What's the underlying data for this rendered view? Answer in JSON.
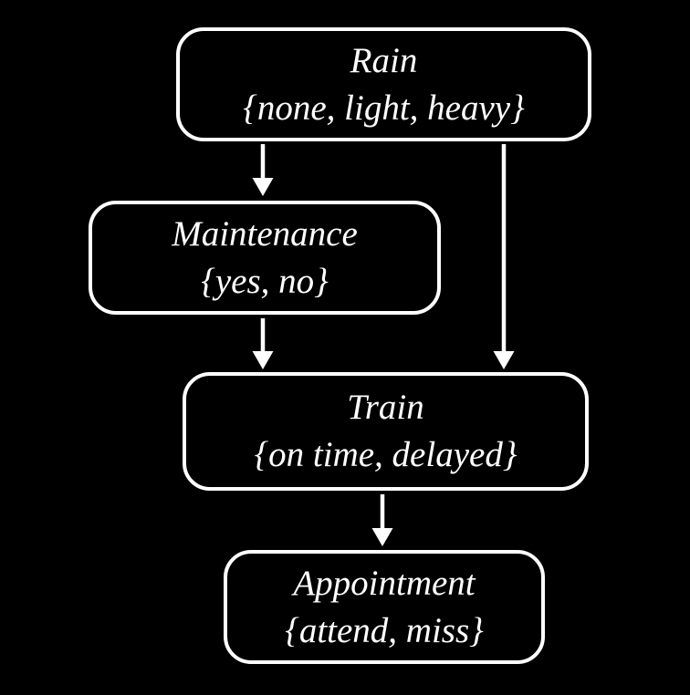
{
  "diagram": {
    "type": "bayesian-network",
    "colors": {
      "background": "#000000",
      "node_border": "#ffffff",
      "text": "#ffffff",
      "arrow": "#ffffff"
    },
    "nodes": [
      {
        "id": "rain",
        "label": "Rain",
        "values": "{none, light, heavy}"
      },
      {
        "id": "maintenance",
        "label": "Maintenance",
        "values": "{yes, no}"
      },
      {
        "id": "train",
        "label": "Train",
        "values": "{on time, delayed}"
      },
      {
        "id": "appointment",
        "label": "Appointment",
        "values": "{attend, miss}"
      }
    ],
    "edges": [
      {
        "from": "Rain",
        "to": "Maintenance"
      },
      {
        "from": "Rain",
        "to": "Train"
      },
      {
        "from": "Maintenance",
        "to": "Train"
      },
      {
        "from": "Train",
        "to": "Appointment"
      }
    ]
  }
}
